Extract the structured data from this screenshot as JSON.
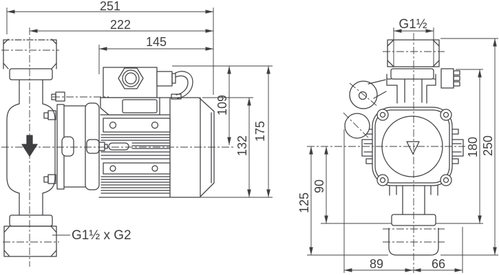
{
  "meta": {
    "description": "Dimensional technical drawing of an inline pump, side view and front view with dimension lines (mm)"
  },
  "colors": {
    "line": "#3f3f41",
    "background": "#ffffff"
  },
  "side_view": {
    "dims": {
      "overall_length": "251",
      "axis_to_motor_end": "222",
      "motor_length": "145",
      "top_to_axis": "109",
      "cover_to_base": "132",
      "total_height": "175"
    },
    "port_label": "G1½ x G2"
  },
  "front_view": {
    "dims": {
      "thread_size": "G1½",
      "total_height": "250",
      "gland_to_shoulder": "180",
      "axis_to_base": "125",
      "axis_to_shoulder": "90",
      "left_to_axis": "89",
      "axis_to_right": "66"
    }
  }
}
